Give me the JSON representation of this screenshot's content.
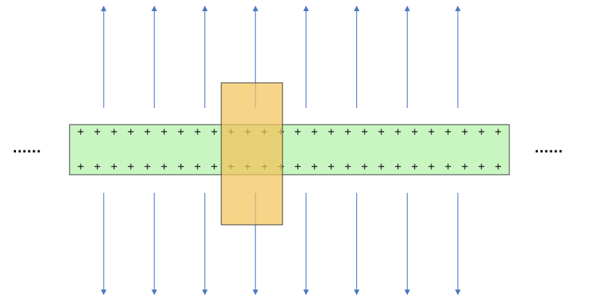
{
  "ellipsis_left": "......",
  "ellipsis_right": "......",
  "charge_symbol": "+",
  "charges_per_row": 26,
  "charge_row_count": 2,
  "arrow_count_top": 8,
  "arrow_count_bottom": 8,
  "colors": {
    "arrow": "#4a78c2",
    "strip_fill": "#c8f5c0",
    "strip_stroke": "#333333",
    "box_fill": "#f3c35a",
    "box_stroke": "#333333",
    "charge": "#222222"
  }
}
